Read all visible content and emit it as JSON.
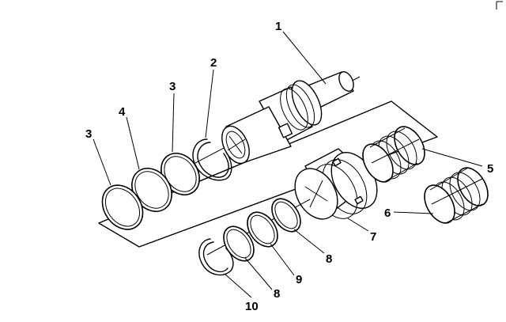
{
  "diagram": {
    "callouts": {
      "c1": "1",
      "c2": "2",
      "c3a": "3",
      "c3b": "3",
      "c4": "4",
      "c5": "5",
      "c6": "6",
      "c7": "7",
      "c8a": "8",
      "c8b": "8",
      "c9": "9",
      "c10": "10"
    }
  }
}
